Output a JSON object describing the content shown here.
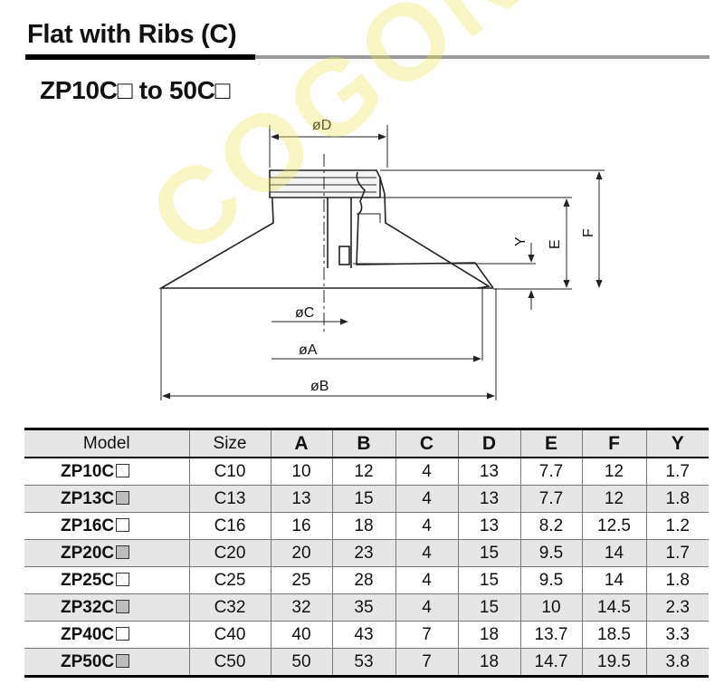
{
  "heading": {
    "title": "Flat with Ribs (C)",
    "subtitle": "ZP10C□ to 50C□"
  },
  "drawing": {
    "labels": {
      "D": "øD",
      "C": "øC",
      "A": "øA",
      "B": "øB",
      "E": "E",
      "F": "F",
      "Y": "Y"
    }
  },
  "watermark": "COGONC",
  "table": {
    "headers": [
      "Model",
      "Size",
      "A",
      "B",
      "C",
      "D",
      "E",
      "F",
      "Y"
    ],
    "rows": [
      {
        "model": "ZP10C",
        "size": "C10",
        "A": "10",
        "B": "12",
        "C": "4",
        "D": "13",
        "E": "7.7",
        "F": "12",
        "Y": "1.7"
      },
      {
        "model": "ZP13C",
        "size": "C13",
        "A": "13",
        "B": "15",
        "C": "4",
        "D": "13",
        "E": "7.7",
        "F": "12",
        "Y": "1.8"
      },
      {
        "model": "ZP16C",
        "size": "C16",
        "A": "16",
        "B": "18",
        "C": "4",
        "D": "13",
        "E": "8.2",
        "F": "12.5",
        "Y": "1.2"
      },
      {
        "model": "ZP20C",
        "size": "C20",
        "A": "20",
        "B": "23",
        "C": "4",
        "D": "15",
        "E": "9.5",
        "F": "14",
        "Y": "1.7"
      },
      {
        "model": "ZP25C",
        "size": "C25",
        "A": "25",
        "B": "28",
        "C": "4",
        "D": "15",
        "E": "9.5",
        "F": "14",
        "Y": "1.8"
      },
      {
        "model": "ZP32C",
        "size": "C32",
        "A": "32",
        "B": "35",
        "C": "4",
        "D": "15",
        "E": "10",
        "F": "14.5",
        "Y": "2.3"
      },
      {
        "model": "ZP40C",
        "size": "C40",
        "A": "40",
        "B": "43",
        "C": "7",
        "D": "18",
        "E": "13.7",
        "F": "18.5",
        "Y": "3.3"
      },
      {
        "model": "ZP50C",
        "size": "C50",
        "A": "50",
        "B": "53",
        "C": "7",
        "D": "18",
        "E": "14.7",
        "F": "19.5",
        "Y": "3.8"
      }
    ]
  }
}
